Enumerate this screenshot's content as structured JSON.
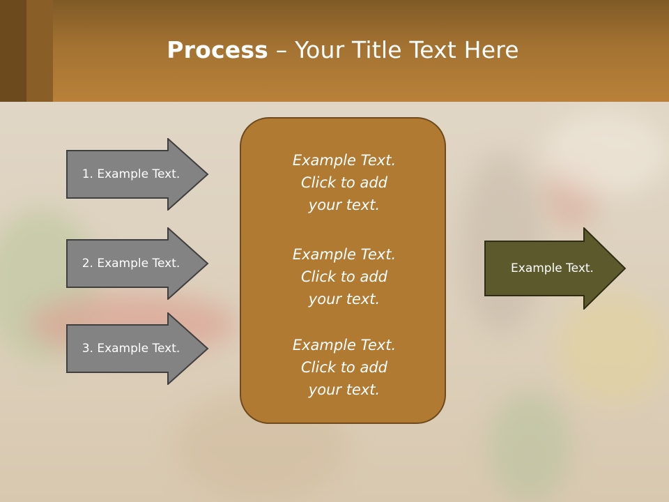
{
  "slide": {
    "title_bold": "Process",
    "title_rest": " – Your Title Text Here"
  },
  "steps": [
    {
      "label": "1. Example Text."
    },
    {
      "label": "2. Example Text."
    },
    {
      "label": "3. Example Text."
    }
  ],
  "center": {
    "blocks": [
      {
        "line1": "Example Text.",
        "line2": "Click  to add",
        "line3": "your text."
      },
      {
        "line1": "Example Text.",
        "line2": "Click  to add",
        "line3": "your text."
      },
      {
        "line1": "Example Text.",
        "line2": "Click  to add",
        "line3": "your text."
      }
    ]
  },
  "output": {
    "label": "Example Text."
  },
  "colors": {
    "header": "#a37232",
    "step_arrow": "#838383",
    "center_box": "#b07a33",
    "output_arrow": "#5c5a2c"
  }
}
